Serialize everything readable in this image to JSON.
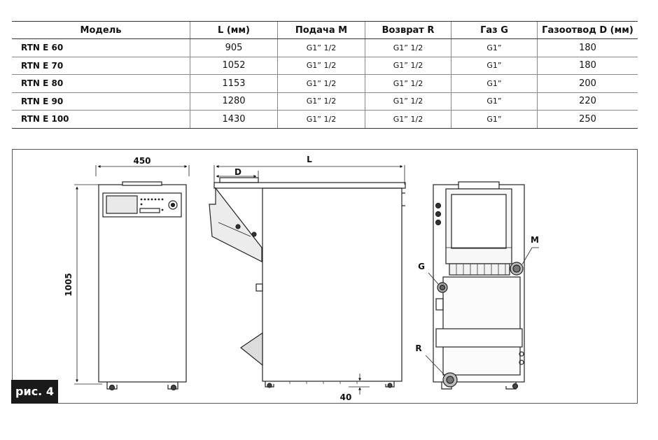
{
  "table": {
    "headers": [
      "Модель",
      "L (мм)",
      "Подача M",
      "Возврат R",
      "Газ G",
      "Газоотвод D (мм)"
    ],
    "rows": [
      [
        "RTN E 60",
        "905",
        "G1” 1/2",
        "G1” 1/2",
        "G1”",
        "180"
      ],
      [
        "RTN E 70",
        "1052",
        "G1” 1/2",
        "G1” 1/2",
        "G1”",
        "180"
      ],
      [
        "RTN E 80",
        "1153",
        "G1” 1/2",
        "G1” 1/2",
        "G1”",
        "200"
      ],
      [
        "RTN E 90",
        "1280",
        "G1” 1/2",
        "G1” 1/2",
        "G1”",
        "220"
      ],
      [
        "RTN E 100",
        "1430",
        "G1” 1/2",
        "G1” 1/2",
        "G1”",
        "250"
      ]
    ]
  },
  "figure": {
    "caption": "рис. 4",
    "dims": {
      "width": "450",
      "height": "1005",
      "length": "L",
      "flue": "D",
      "feet": "40"
    },
    "connections": {
      "supply": "M",
      "gas": "G",
      "return": "R"
    }
  }
}
